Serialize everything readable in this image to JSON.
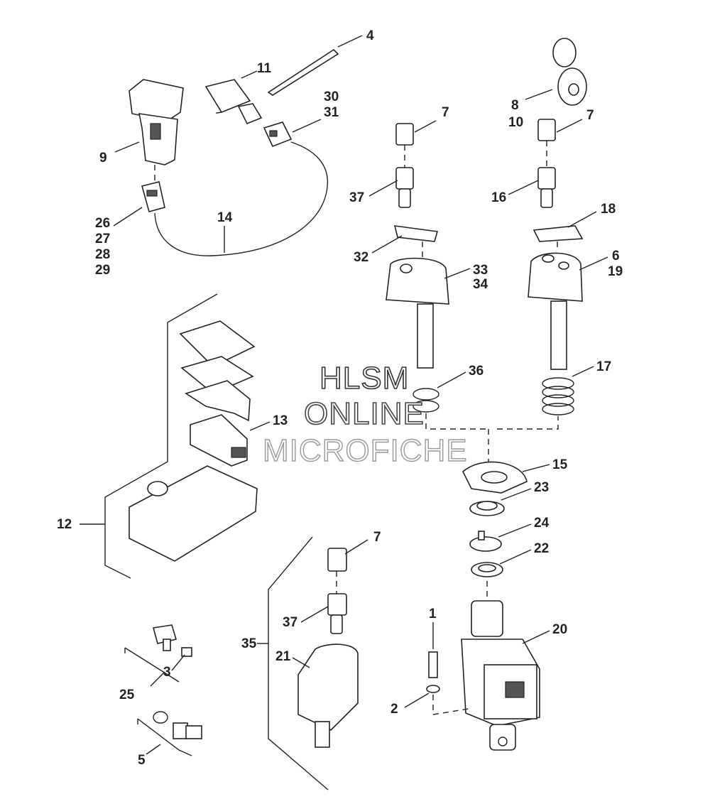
{
  "watermark": {
    "line1": "HLSM",
    "line2": "ONLINE",
    "line3": "MICROFICHE"
  },
  "callouts": {
    "c1": "1",
    "c2": "2",
    "c3": "3",
    "c4": "4",
    "c5": "5",
    "c6": "6",
    "c7a": "7",
    "c7b": "7",
    "c7c": "7",
    "c8": "8",
    "c9": "9",
    "c10": "10",
    "c11": "11",
    "c12": "12",
    "c13": "13",
    "c14": "14",
    "c15": "15",
    "c16": "16",
    "c17": "17",
    "c18": "18",
    "c19": "19",
    "c20": "20",
    "c21": "21",
    "c22": "22",
    "c23": "23",
    "c24": "24",
    "c25": "25",
    "c26": "26",
    "c27": "27",
    "c28": "28",
    "c29": "29",
    "c30": "30",
    "c31": "31",
    "c32": "32",
    "c33": "33",
    "c34": "34",
    "c35": "35",
    "c36": "36",
    "c37a": "37",
    "c37b": "37"
  }
}
